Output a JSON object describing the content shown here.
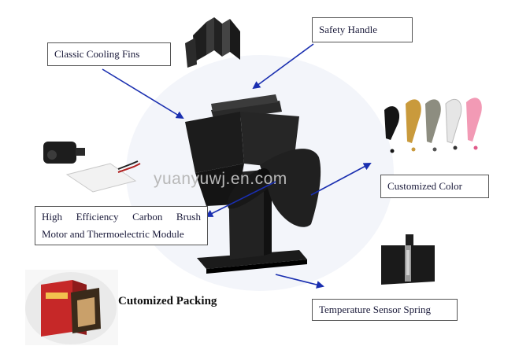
{
  "callouts": {
    "cooling_fins": "Classic Cooling Fins",
    "safety_handle": "Safety Handle",
    "customized_color": "Customized Color",
    "motor_line1": "High Efficiency Carbon Brush",
    "motor_line2": "Motor and Thermoelectric Module",
    "sensor_spring": "Temperature Sensor Spring"
  },
  "packing_label": "Cutomized Packing",
  "watermark": "yuanyuwj.en.com",
  "colors": {
    "arrow": "#1a2fb0",
    "fan_body": "#1c1c1c",
    "box_red": "#c62828",
    "swatches": [
      "#151515",
      "#c99a3c",
      "#8d8d80",
      "#e6e6e6",
      "#f29ab5"
    ]
  },
  "icons": [
    "cooling-fins-photo",
    "fan-photo",
    "motor-module-photo",
    "color-swatches-photo",
    "packing-box-photo",
    "sensor-spring-photo"
  ]
}
